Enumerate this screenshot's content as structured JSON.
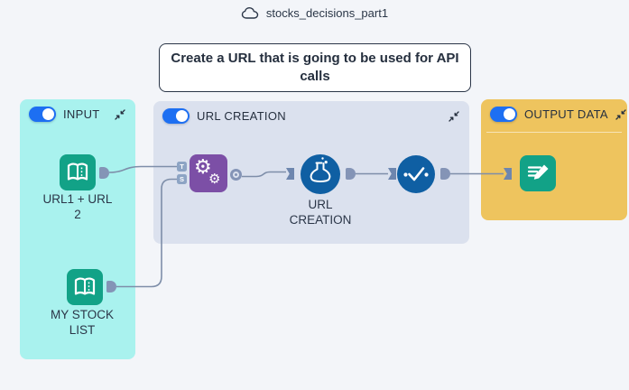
{
  "header": {
    "flow_name": "stocks_decisions_part1"
  },
  "note": {
    "lines": [
      "Create a URL that is going to be used for API",
      "calls"
    ]
  },
  "zones": {
    "input": {
      "label": "INPUT",
      "toggle": "on"
    },
    "url_creation": {
      "label": "URL CREATION",
      "toggle": "on"
    },
    "output_data": {
      "label": "OUTPUT DATA",
      "toggle": "on"
    }
  },
  "nodes": {
    "dataset_urls": {
      "label": "URL1 + URL 2",
      "type": "dataset",
      "icon": "open-book-icon"
    },
    "dataset_stock_list": {
      "label": "MY STOCK LIST",
      "type": "dataset",
      "icon": "open-book-icon"
    },
    "prepare_recipe": {
      "type": "recipe",
      "icon": "gears-icon",
      "input_ports": [
        "T",
        "S"
      ]
    },
    "url_creation_recipe": {
      "label": "URL CREATION",
      "type": "recipe",
      "icon": "flask-icon"
    },
    "verify_recipe": {
      "type": "recipe",
      "icon": "check-icon"
    },
    "output_dataset": {
      "type": "dataset",
      "icon": "edit-document-icon"
    }
  },
  "colors": {
    "canvas_bg": "#f3f5f9",
    "zone_input_bg": "#a9f2ee",
    "zone_url_creation_bg": "#dbe1ee",
    "zone_output_data_bg": "#eec45e",
    "dataset_icon": "#12a287",
    "prepare_icon": "#7c4fa6",
    "recipe_circle": "#0f5fa3",
    "toggle_on": "#1d6ff2",
    "connector": "#7e8ea9",
    "text": "#2b3648"
  }
}
